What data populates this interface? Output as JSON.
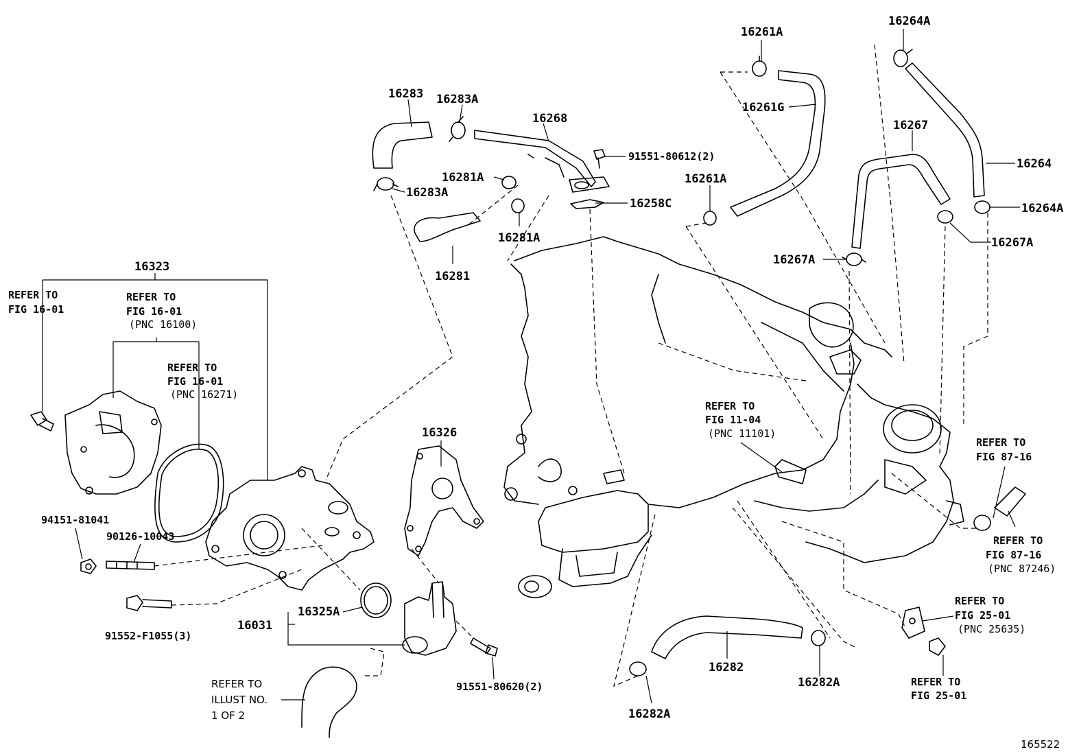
{
  "labels": {
    "p16261A_top": "16261A",
    "p16264A_top": "16264A",
    "p16283": "16283",
    "p16283A_top": "16283A",
    "p16268": "16268",
    "p16261G": "16261G",
    "p91551_80612": "91551-80612(2)",
    "p16267": "16267",
    "p16264": "16264",
    "p16281A_top": "16281A",
    "p16261A_mid": "16261A",
    "p16283A_bot": "16283A",
    "p16258C": "16258C",
    "p16264A_right": "16264A",
    "p16281A_bot": "16281A",
    "p16267A_right": "16267A",
    "p16267A_left": "16267A",
    "p16323": "16323",
    "p16281": "16281",
    "p16326": "16326",
    "p94151": "94151-81041",
    "p90126": "90126-10043",
    "p16325A": "16325A",
    "p16031": "16031",
    "p91552": "91552-F1055(3)",
    "p91551_80620": "91551-80620(2)",
    "p16282": "16282",
    "p16282A_right": "16282A",
    "p16282A_left": "16282A",
    "diagram_id": "165522"
  },
  "refs": {
    "ref_left_1": "REFER TO",
    "ref_left_2": "FIG 16-01",
    "ref_cover_1": "REFER TO",
    "ref_cover_2": "FIG 16-01",
    "ref_cover_3": "(PNC 16100)",
    "ref_gasket_1": "REFER TO",
    "ref_gasket_2": "FIG 16-01",
    "ref_gasket_3": "(PNC 16271)",
    "ref_fig11_1": "REFER TO",
    "ref_fig11_2": "FIG 11-04",
    "ref_fig11_3": "(PNC 11101)",
    "ref_fig87a_1": "REFER TO",
    "ref_fig87a_2": "FIG 87-16",
    "ref_fig87b_1": "REFER TO",
    "ref_fig87b_2": "FIG 87-16",
    "ref_fig87b_3": "(PNC 87246)",
    "ref_fig25a_1": "REFER TO",
    "ref_fig25a_2": "FIG 25-01",
    "ref_fig25a_3": "(PNC 25635)",
    "ref_fig25b_1": "REFER TO",
    "ref_fig25b_2": "FIG 25-01",
    "ref_illust_1": "REFER TO",
    "ref_illust_2": "ILLUST NO.",
    "ref_illust_3": "1 OF 2"
  }
}
